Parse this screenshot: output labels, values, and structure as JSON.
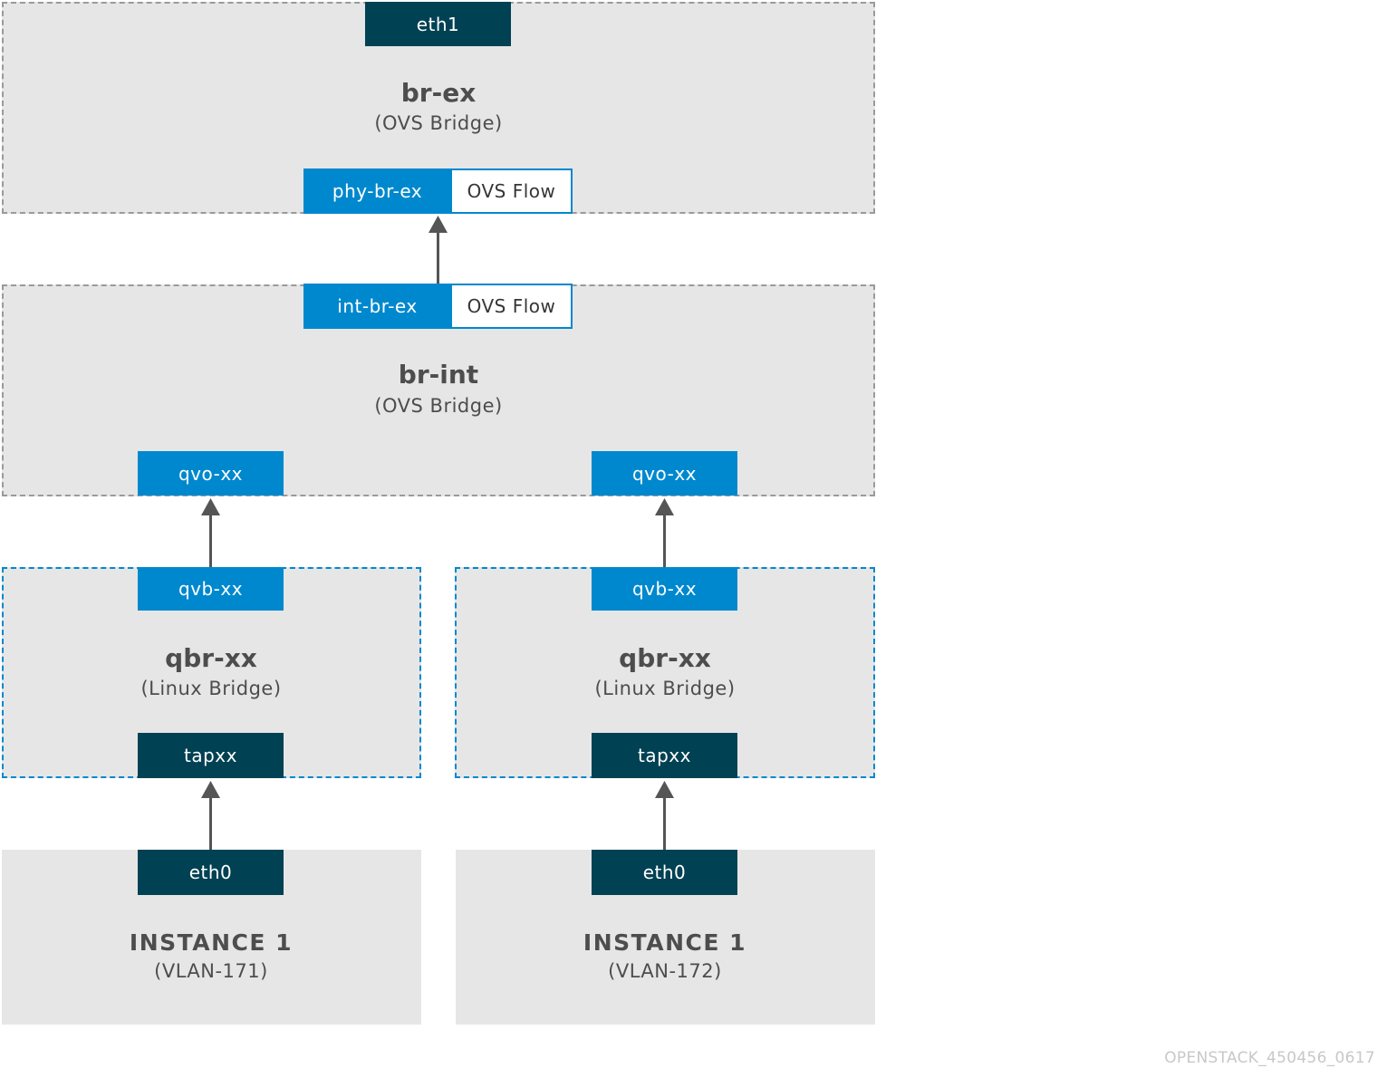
{
  "br_ex": {
    "uplink": "eth1",
    "title": "br-ex",
    "subtitle": "(OVS Bridge)",
    "patch_port": "phy-br-ex",
    "flow": "OVS Flow"
  },
  "br_int": {
    "patch_port": "int-br-ex",
    "flow": "OVS Flow",
    "title": "br-int",
    "subtitle": "(OVS Bridge)",
    "ports": [
      "qvo-xx",
      "qvo-xx"
    ]
  },
  "linux_bridges": [
    {
      "veth": "qvb-xx",
      "title": "qbr-xx",
      "subtitle": "(Linux Bridge)",
      "tap": "tapxx"
    },
    {
      "veth": "qvb-xx",
      "title": "qbr-xx",
      "subtitle": "(Linux Bridge)",
      "tap": "tapxx"
    }
  ],
  "instances": [
    {
      "nic": "eth0",
      "title": "INSTANCE 1",
      "vlan": "(VLAN-171)"
    },
    {
      "nic": "eth0",
      "title": "INSTANCE 1",
      "vlan": "(VLAN-172)"
    }
  ],
  "footer": "OPENSTACK_450456_0617",
  "colors": {
    "dark_port": "#004153",
    "blue_port": "#0088ce",
    "region_fill": "#e6e6e6",
    "ovs_border": "#9a9a9a",
    "linux_border": "#0088ce",
    "arrow": "#555555"
  }
}
